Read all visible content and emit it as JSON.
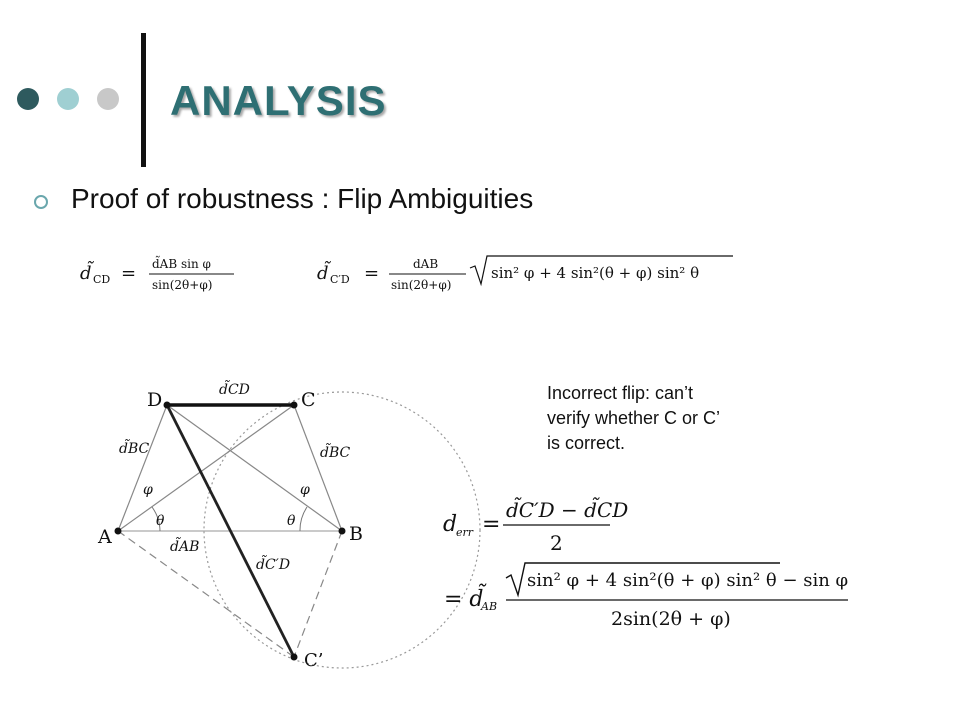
{
  "slide": {
    "title": "ANALYSIS",
    "bullet": "Proof of robustness : Flip Ambiguities"
  },
  "formulas": {
    "f1_lhs": "d̃",
    "f1_lhs_sub": "CD",
    "f1_num": "d̃AB sin φ",
    "f1_den": "sin(2θ+φ)",
    "f2_lhs": "d̃",
    "f2_lhs_sub": "C′D",
    "f2_num": "dAB",
    "f2_den": "sin(2θ+φ)",
    "f2_sqrt": "sin² φ + 4 sin²(θ + φ) sin² θ",
    "equals": "="
  },
  "diagram": {
    "points": {
      "A": "A",
      "B": "B",
      "C": "C",
      "D": "D",
      "Cprime": "C’"
    },
    "edge_labels": {
      "dCD": "d̃CD",
      "dBC_left": "d̃BC",
      "dBC_right": "d̃BC",
      "dAB": "d̃AB",
      "dCprimeD": "d̃C′D"
    },
    "angle_labels": {
      "phi_left": "φ",
      "phi_right": "φ",
      "theta_left": "θ",
      "theta_right": "θ"
    }
  },
  "note": {
    "line1": "Incorrect flip: can’t",
    "line2": "verify whether C or C’",
    "line3": "is correct."
  },
  "error_formula": {
    "lhs": "d",
    "lhs_sub": "err",
    "num": "d̃C′D − d̃CD",
    "den": "2",
    "line2_lhs": "= d̃",
    "line2_lhs_sub": "AB",
    "line2_num": "sin² φ + 4 sin²(θ + φ) sin² θ − sin φ",
    "line2_den": "2sin(2θ + φ)"
  }
}
